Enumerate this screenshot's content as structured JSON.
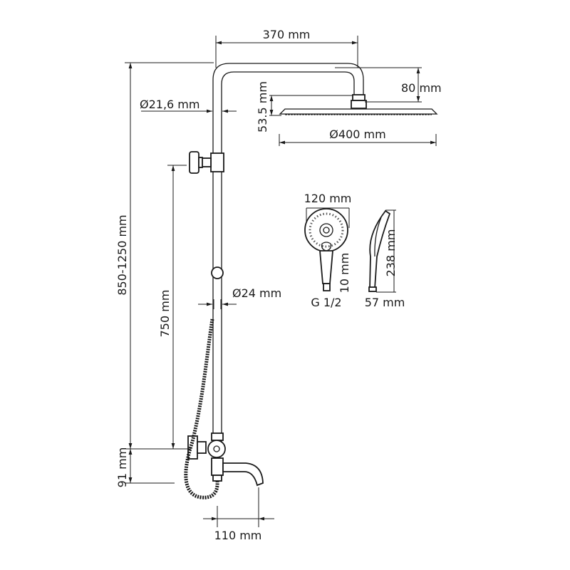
{
  "drawing": {
    "line_color": "#1a1a1a",
    "dimensions": {
      "arm_length": "370 mm",
      "arm_drop": "80 mm",
      "head_height": "53.5 mm",
      "head_diameter": "Ø400 mm",
      "pipe_diameter_top": "Ø21,6 mm",
      "total_height": "850-1250 mm",
      "holder_height": "750 mm",
      "pipe_diameter_lower": "Ø24 mm",
      "mixer_offset": "91 mm",
      "spout_length": "110 mm",
      "hand_shower_width": "120 mm",
      "hand_shower_neck": "10 mm",
      "thread": "G 1/2",
      "hand_shower_length": "238 mm",
      "hand_shower_depth": "57 mm"
    }
  }
}
